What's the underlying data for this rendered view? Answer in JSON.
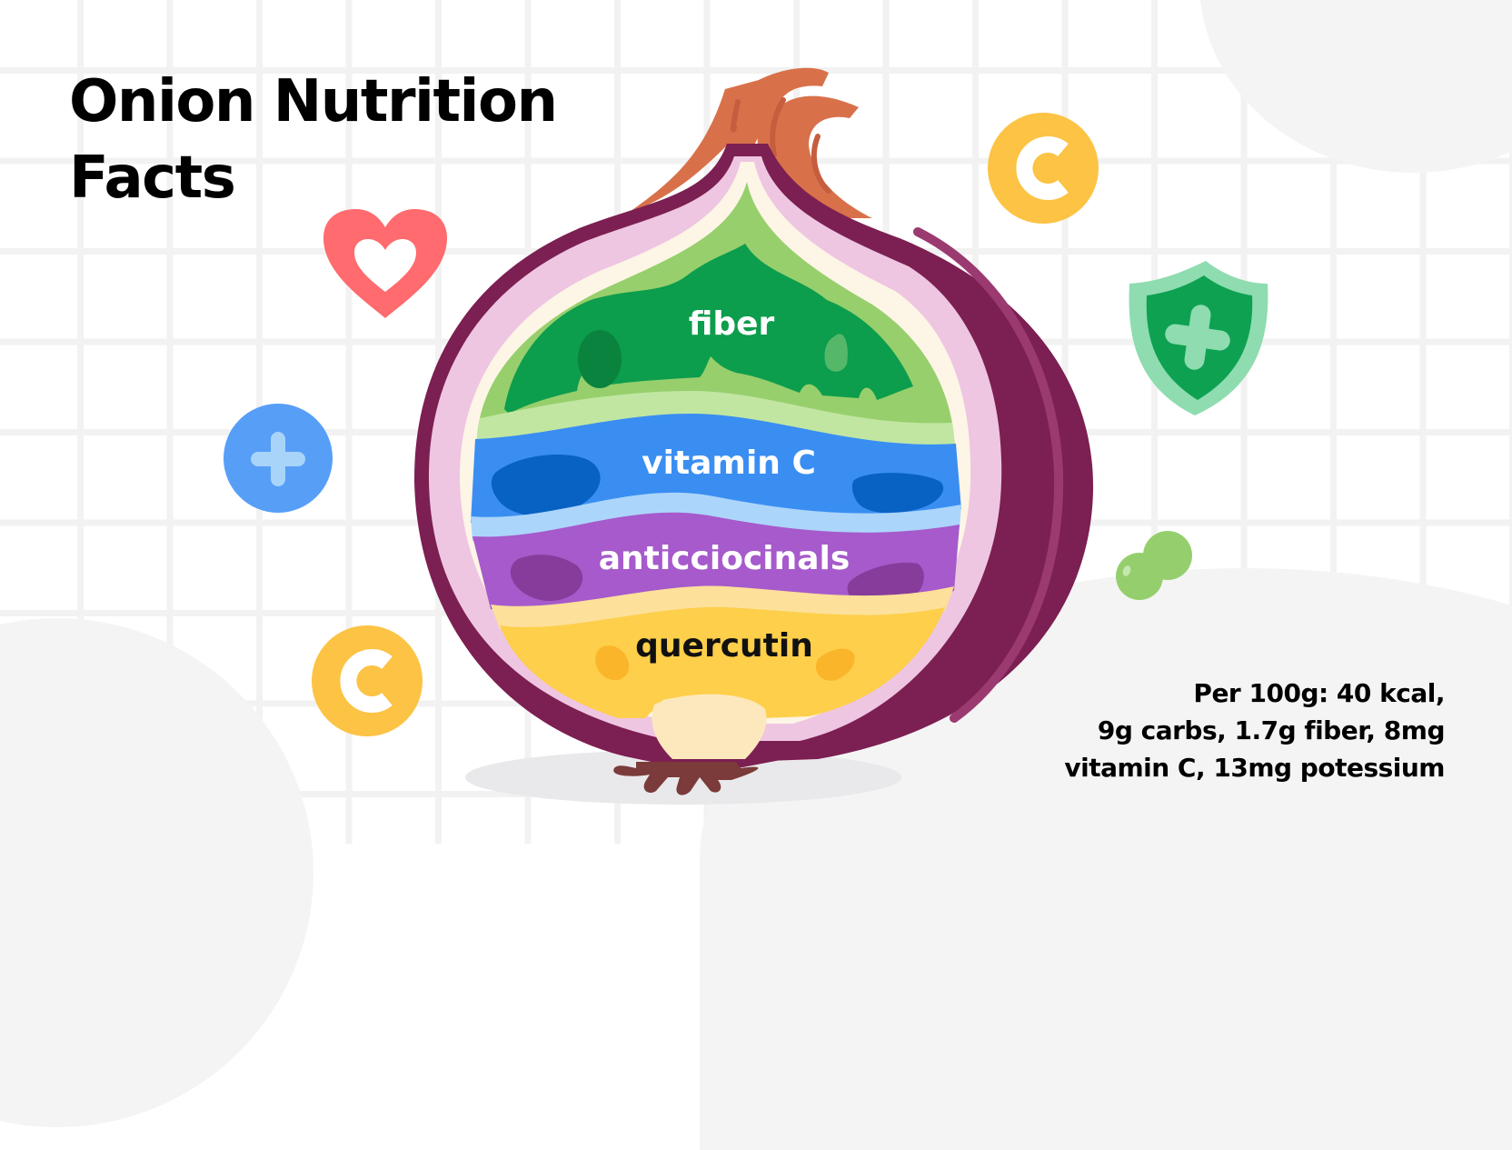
{
  "title": {
    "line1": "Onion Nutrition",
    "line2": "Facts"
  },
  "onion_layers": [
    {
      "label": "fiber",
      "color": "#0c9d4d",
      "label_color": "#ffffff"
    },
    {
      "label": "vitamin C",
      "color": "#3a8ef2",
      "label_color": "#ffffff"
    },
    {
      "label": "anticciocinals",
      "color": "#a65acb",
      "label_color": "#ffffff"
    },
    {
      "label": "quercutin",
      "color": "#fdcf4a",
      "label_color": "#111111"
    }
  ],
  "nutrition_facts": {
    "line1": "Per 100g: 40 kcal,",
    "line2": "9g carbs, 1.7g fiber, 8mg",
    "line3": "vitamin C, 13mg potessium"
  },
  "icons": [
    {
      "name": "heart-icon",
      "color": "#ff6b6e"
    },
    {
      "name": "plus-circle-icon",
      "color": "#579ef7"
    },
    {
      "name": "vitamin-c-icon",
      "color": "#fcc344",
      "glyph": "C"
    },
    {
      "name": "vitamin-c-icon",
      "color": "#fcc344",
      "glyph": "C"
    },
    {
      "name": "shield-plus-icon",
      "color": "#0ea152"
    },
    {
      "name": "green-blob-icon",
      "color": "#95cf6d"
    }
  ],
  "colors": {
    "skin": "#7c1f52",
    "skin_highlight": "#9b3a70",
    "pink_layer": "#eec6e1",
    "cream_layer": "#fdf5e6",
    "stem": "#d8714a",
    "root": "#7a3b3a"
  }
}
